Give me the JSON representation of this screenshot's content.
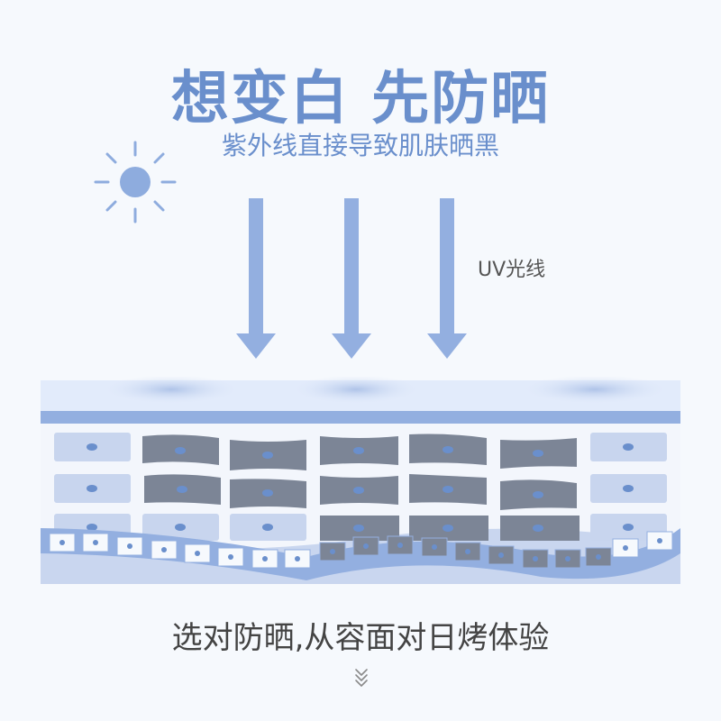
{
  "header": {
    "title": "想变白 先防晒",
    "subtitle": "紫外线直接导致肌肤晒黑"
  },
  "diagram": {
    "uv_label": "UV光线",
    "sun_icon": "sun-icon",
    "arrow_icon": "down-arrow-icon"
  },
  "footer": {
    "text": "选对防晒,从容面对日烤体验",
    "scroll_icon": "chevron-down-icon"
  },
  "colors": {
    "accent": "#6a8fcc",
    "arrow": "#93afe0",
    "healthy_cell": "#c8d5ee",
    "damaged_cell": "#7c8596",
    "layer_top": "#e2ebfb"
  }
}
